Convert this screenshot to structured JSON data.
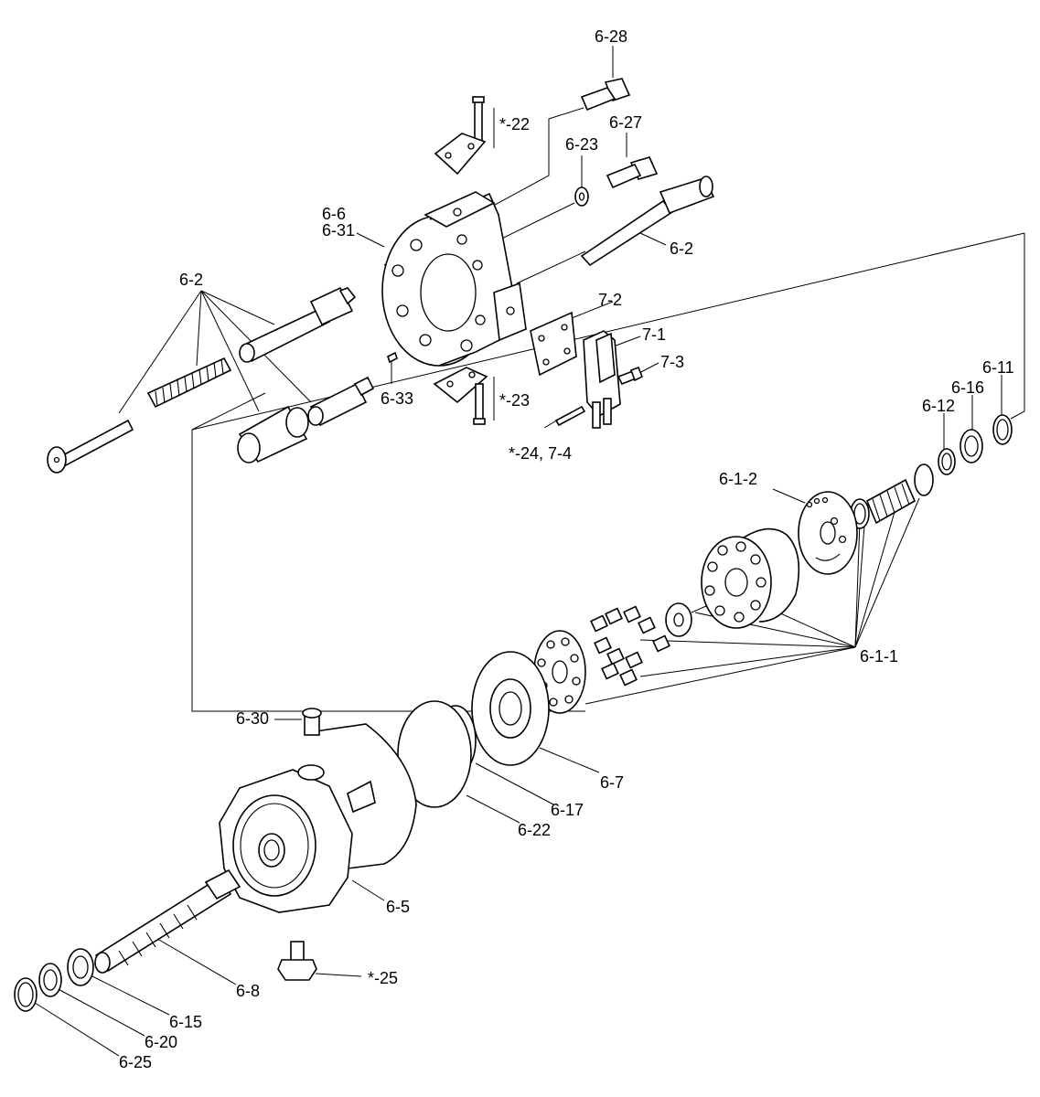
{
  "labels": {
    "l_6_28": "6-28",
    "l_22": "*-22",
    "l_6_27": "6-27",
    "l_6_23": "6-23",
    "l_6_6": "6-6",
    "l_6_31": "6-31",
    "l_6_2_right": "6-2",
    "l_6_2_left": "6-2",
    "l_7_2": "7-2",
    "l_7_1": "7-1",
    "l_7_3": "7-3",
    "l_6_33": "6-33",
    "l_23": "*-23",
    "l_24_7_4": "*-24, 7-4",
    "l_6_11": "6-11",
    "l_6_16": "6-16",
    "l_6_12": "6-12",
    "l_6_1_2": "6-1-2",
    "l_6_1_1": "6-1-1",
    "l_6_30": "6-30",
    "l_6_7": "6-7",
    "l_6_17": "6-17",
    "l_6_22": "6-22",
    "l_6_5": "6-5",
    "l_25": "*-25",
    "l_6_8": "6-8",
    "l_6_15": "6-15",
    "l_6_20": "6-20",
    "l_6_25": "6-25"
  }
}
